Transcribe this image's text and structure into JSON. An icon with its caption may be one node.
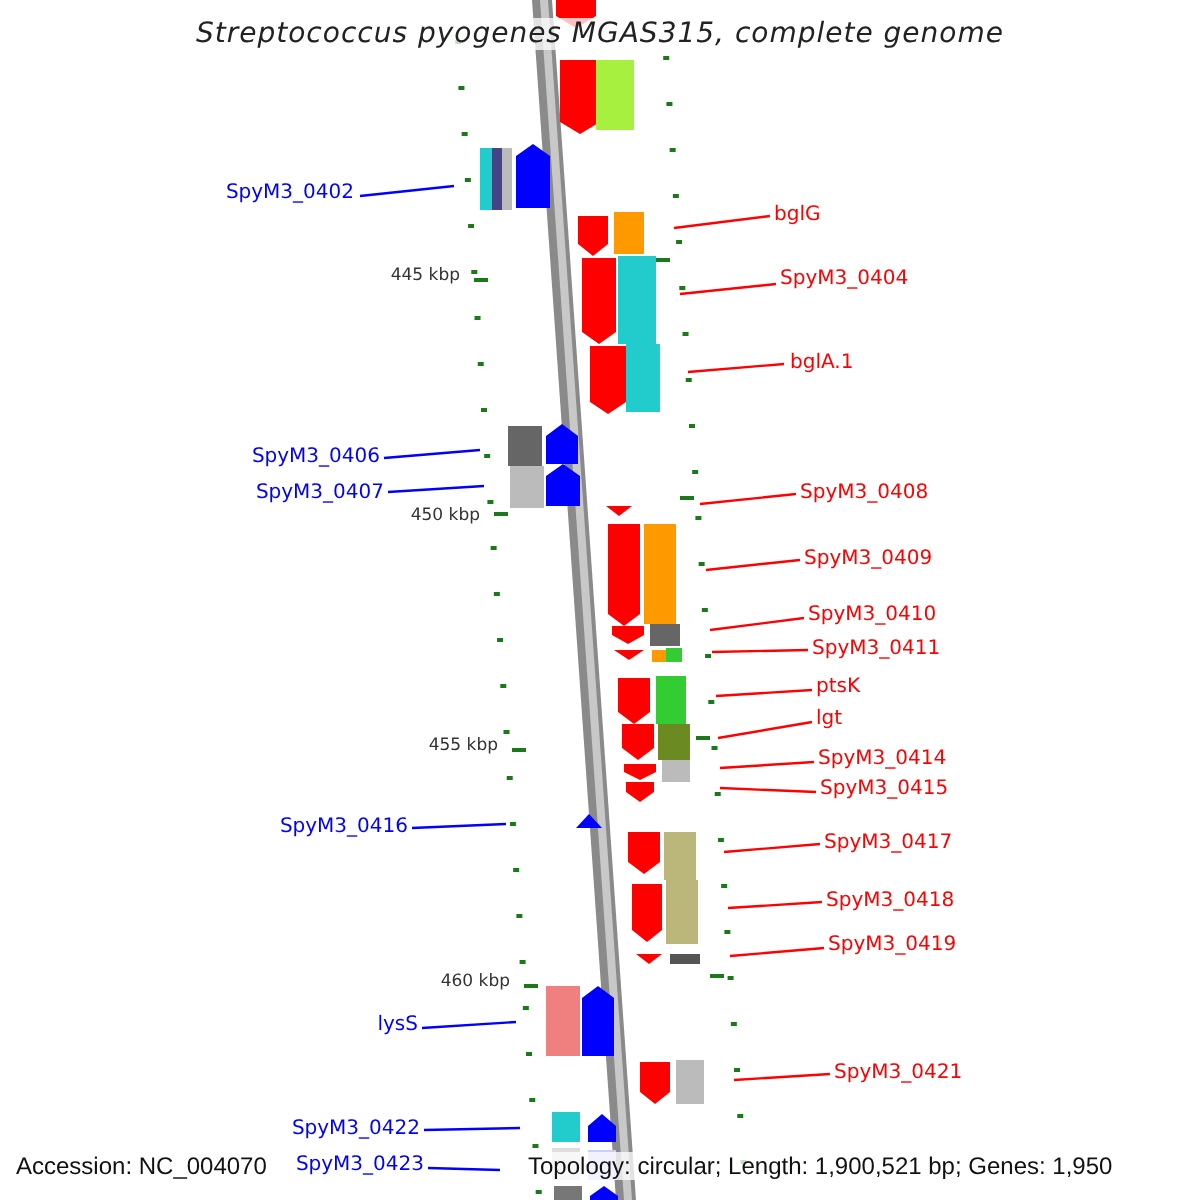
{
  "diagram": {
    "title": "Streptococcus pyogenes MGAS315, complete genome",
    "nodes": [
      {
        "text": [
          "SpyM3_0402"
        ]
      },
      {
        "text": [
          "bglG"
        ]
      },
      {
        "text": [
          "SpyM3_0404"
        ]
      },
      {
        "text": [
          "bglA.1"
        ]
      },
      {
        "text": [
          "SpyM3_0406"
        ]
      },
      {
        "text": [
          "SpyM3_0407"
        ]
      },
      {
        "text": [
          "SpyM3_0408"
        ]
      },
      {
        "text": [
          "SpyM3_0409"
        ]
      },
      {
        "text": [
          "SpyM3_0410"
        ]
      },
      {
        "text": [
          "SpyM3_0411"
        ]
      },
      {
        "text": [
          "ptsK"
        ]
      },
      {
        "text": [
          "lgt"
        ]
      },
      {
        "text": [
          "SpyM3_0414"
        ]
      },
      {
        "text": [
          "SpyM3_0415"
        ]
      },
      {
        "text": [
          "SpyM3_0416"
        ]
      },
      {
        "text": [
          "SpyM3_0417"
        ]
      },
      {
        "text": [
          "SpyM3_0418"
        ]
      },
      {
        "text": [
          "SpyM3_0419"
        ]
      },
      {
        "text": [
          "lysS"
        ]
      },
      {
        "text": [
          "SpyM3_0421"
        ]
      },
      {
        "text": [
          "SpyM3_0422"
        ]
      },
      {
        "text": [
          "SpyM3_0423"
        ]
      }
    ],
    "edges": [
      {
        "from": 0,
        "to": null,
        "arrow": "none",
        "color": "#0000ff"
      },
      {
        "from": 1,
        "to": null,
        "arrow": "none"
      },
      {
        "from": 2,
        "to": null,
        "arrow": "none"
      },
      {
        "from": 3,
        "to": null,
        "arrow": "none"
      },
      {
        "from": 4,
        "to": null,
        "arrow": "none",
        "color": "#0000ff"
      },
      {
        "from": 5,
        "to": null,
        "arrow": "none",
        "color": "#0000ff"
      },
      {
        "from": 6,
        "to": null,
        "arrow": "none"
      },
      {
        "from": 7,
        "to": null,
        "arrow": "none"
      },
      {
        "from": 8,
        "to": null,
        "arrow": "none"
      },
      {
        "from": 9,
        "to": null,
        "arrow": "none"
      },
      {
        "from": 10,
        "to": null,
        "arrow": "none"
      },
      {
        "from": 11,
        "to": null,
        "arrow": "none"
      },
      {
        "from": 12,
        "to": null,
        "arrow": "none"
      },
      {
        "from": 13,
        "to": null,
        "arrow": "none"
      },
      {
        "from": 14,
        "to": null,
        "arrow": "none",
        "color": "#0000ff"
      },
      {
        "from": 15,
        "to": null,
        "arrow": "none"
      },
      {
        "from": 16,
        "to": null,
        "arrow": "none"
      },
      {
        "from": 17,
        "to": null,
        "arrow": "none"
      },
      {
        "from": 18,
        "to": null,
        "arrow": "none",
        "color": "#0000ff"
      },
      {
        "from": 19,
        "to": null,
        "arrow": "none"
      },
      {
        "from": 20,
        "to": null,
        "arrow": "none",
        "color": "#0000ff"
      },
      {
        "from": 21,
        "to": null,
        "arrow": "none",
        "color": "#0000ff"
      }
    ],
    "labels": [
      "445 kbp",
      "450 kbp",
      "455 kbp",
      "460 kbp",
      "Accession: NC_004070",
      "Topology: circular; Length: 1,900,521 bp; Genes: 1,950"
    ]
  }
}
